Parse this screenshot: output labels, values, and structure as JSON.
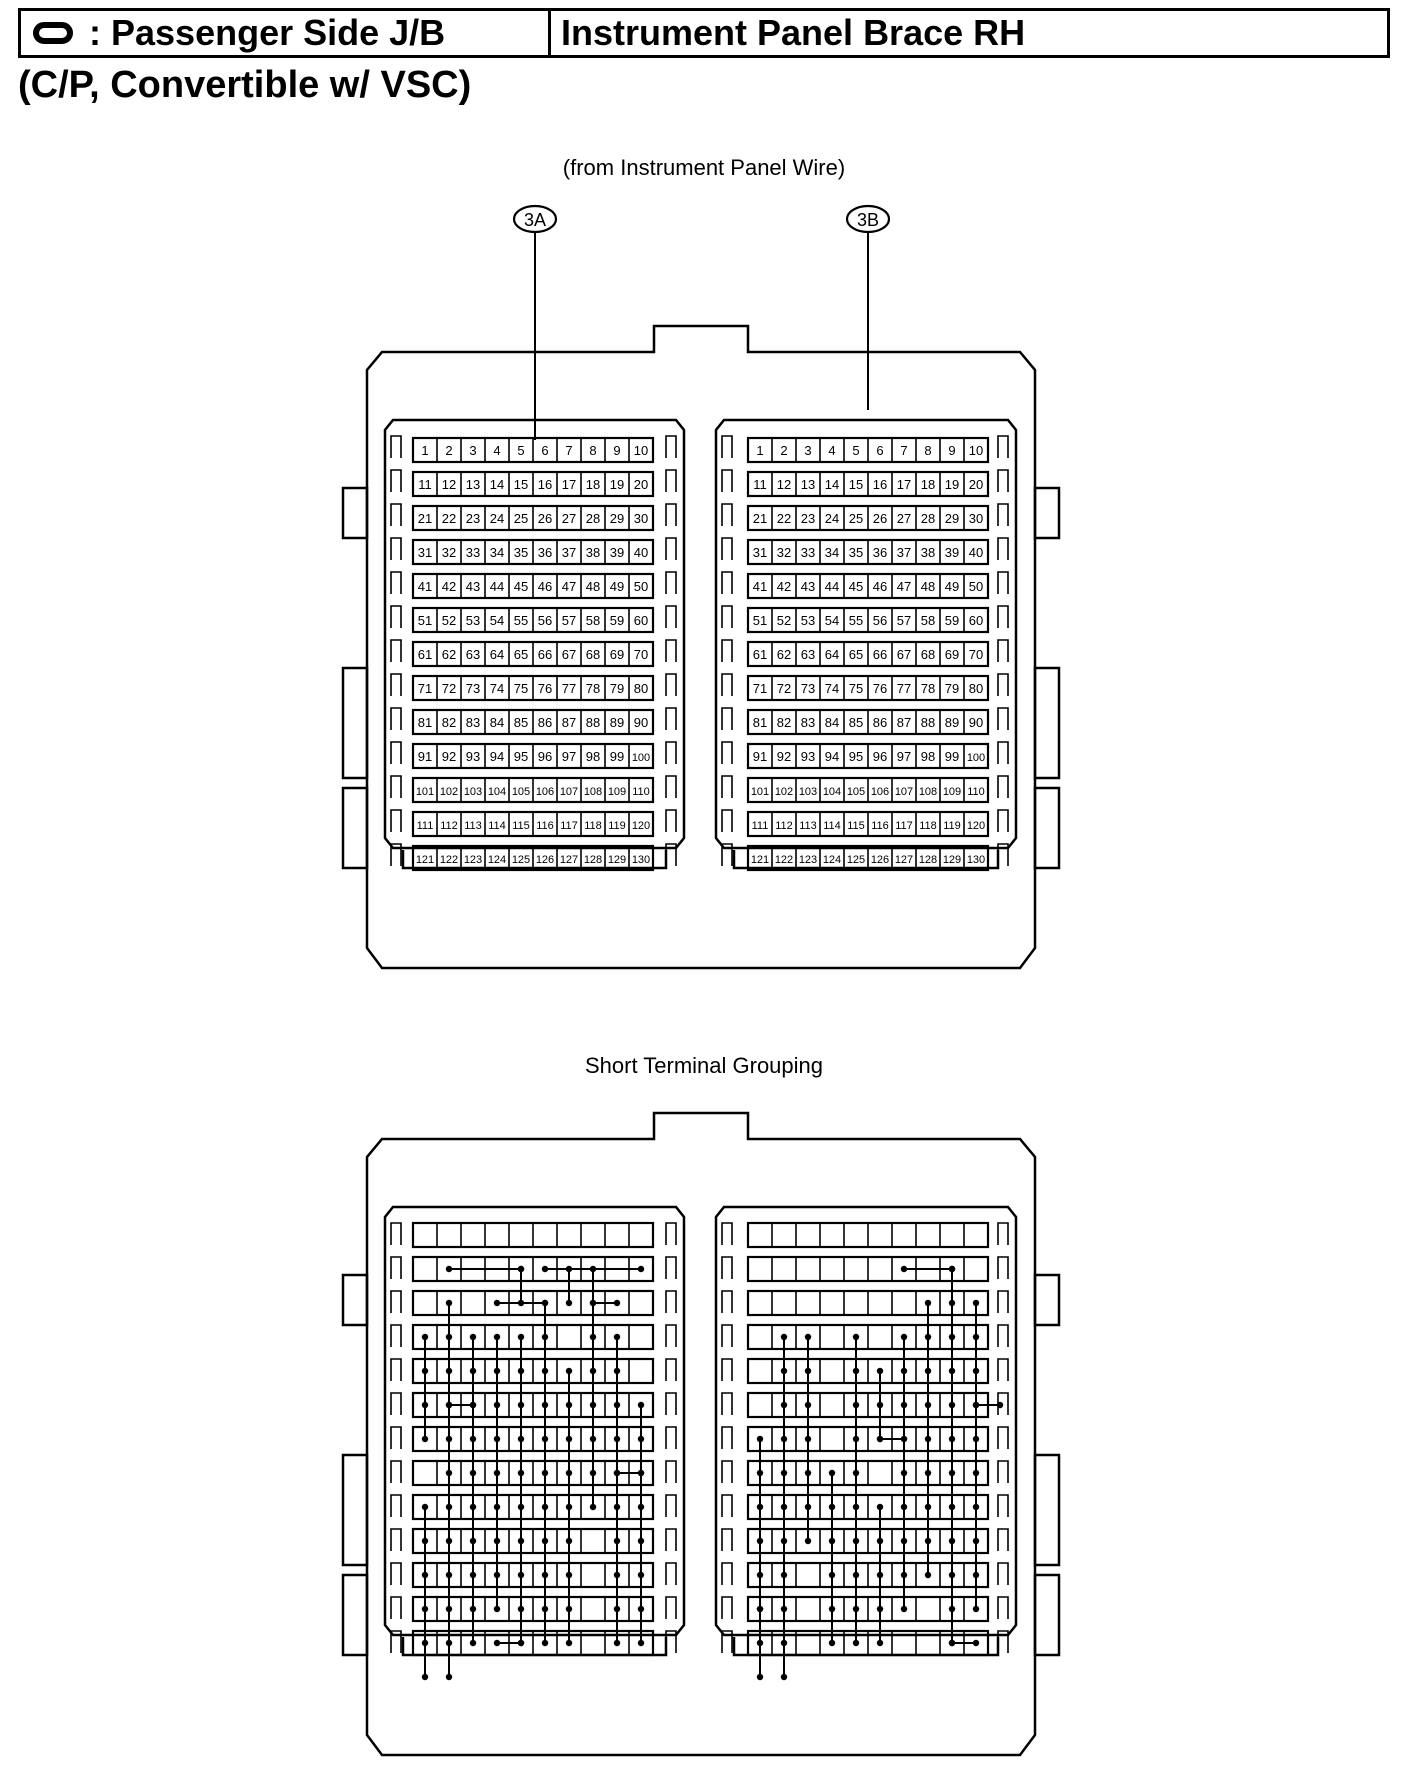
{
  "header": {
    "location_label": ": Passenger Side J/B",
    "part_name": "Instrument Panel Brace RH",
    "subtitle": "(C/P, Convertible w/ VSC)"
  },
  "connector_diagram": {
    "source_label": "(from Instrument Panel Wire)",
    "connectors": [
      {
        "id": "3A",
        "rows": 13,
        "cols": 10,
        "terminal_count": 130
      },
      {
        "id": "3B",
        "rows": 13,
        "cols": 10,
        "terminal_count": 130
      }
    ]
  },
  "grouping_diagram": {
    "title": "Short Terminal Grouping"
  }
}
